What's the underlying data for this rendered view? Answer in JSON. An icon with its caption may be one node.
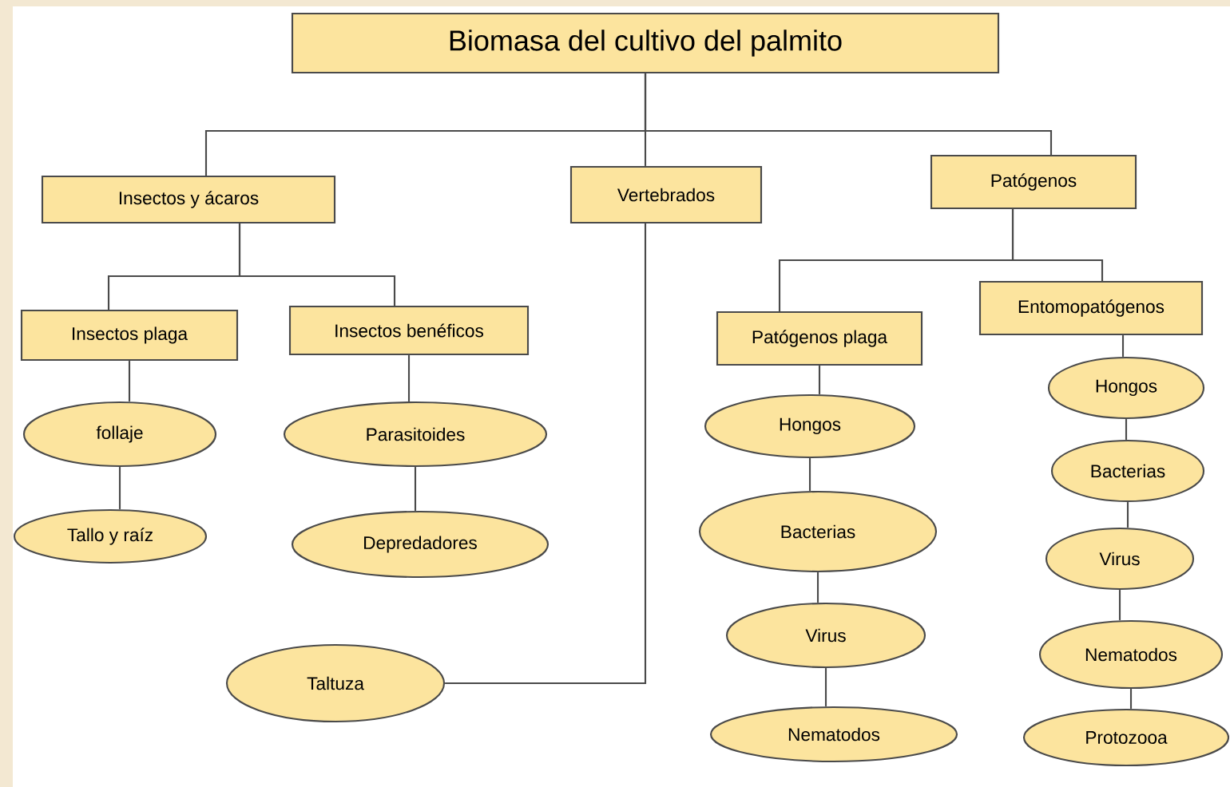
{
  "diagram": {
    "nodes": [
      {
        "text": [
          "Biomasa del cultivo del palmito"
        ]
      },
      {
        "text": [
          "Insectos y ácaros"
        ]
      },
      {
        "text": [
          "Vertebrados"
        ]
      },
      {
        "text": [
          "Patógenos"
        ]
      },
      {
        "text": [
          "Insectos plaga"
        ]
      },
      {
        "text": [
          "Insectos benéficos"
        ]
      },
      {
        "text": [
          "follaje"
        ]
      },
      {
        "text": [
          "Tallo y raíz"
        ]
      },
      {
        "text": [
          "Parasitoides"
        ]
      },
      {
        "text": [
          "Depredadores"
        ]
      },
      {
        "text": [
          "Taltuza"
        ]
      },
      {
        "text": [
          "Patógenos plaga"
        ]
      },
      {
        "text": [
          "Entomopatógenos"
        ]
      },
      {
        "text": [
          "Hongos"
        ]
      },
      {
        "text": [
          "Bacterias"
        ]
      },
      {
        "text": [
          "Virus"
        ]
      },
      {
        "text": [
          "Nematodos"
        ]
      },
      {
        "text": [
          "Hongos"
        ]
      },
      {
        "text": [
          "Bacterias"
        ]
      },
      {
        "text": [
          "Virus"
        ]
      },
      {
        "text": [
          "Nematodos"
        ]
      },
      {
        "text": [
          "Protozooa"
        ]
      }
    ],
    "edges": [
      {
        "from": 0,
        "to": 1,
        "arrow": "none"
      },
      {
        "from": 0,
        "to": 2,
        "arrow": "none"
      },
      {
        "from": 0,
        "to": 3,
        "arrow": "none"
      },
      {
        "from": 1,
        "to": 4,
        "arrow": "none"
      },
      {
        "from": 1,
        "to": 5,
        "arrow": "none"
      },
      {
        "from": 4,
        "to": 6,
        "arrow": "none"
      },
      {
        "from": 6,
        "to": 7,
        "arrow": "none"
      },
      {
        "from": 5,
        "to": 8,
        "arrow": "none"
      },
      {
        "from": 8,
        "to": 9,
        "arrow": "none"
      },
      {
        "from": 2,
        "to": 10,
        "arrow": "none"
      },
      {
        "from": 3,
        "to": 11,
        "arrow": "none"
      },
      {
        "from": 3,
        "to": 12,
        "arrow": "none"
      },
      {
        "from": 11,
        "to": 13,
        "arrow": "none"
      },
      {
        "from": 13,
        "to": 14,
        "arrow": "none"
      },
      {
        "from": 14,
        "to": 15,
        "arrow": "none"
      },
      {
        "from": 15,
        "to": 16,
        "arrow": "none"
      },
      {
        "from": 12,
        "to": 17,
        "arrow": "none"
      },
      {
        "from": 17,
        "to": 18,
        "arrow": "none"
      },
      {
        "from": 18,
        "to": 19,
        "arrow": "none"
      },
      {
        "from": 19,
        "to": 20,
        "arrow": "none"
      },
      {
        "from": 20,
        "to": 21,
        "arrow": "none"
      }
    ]
  }
}
